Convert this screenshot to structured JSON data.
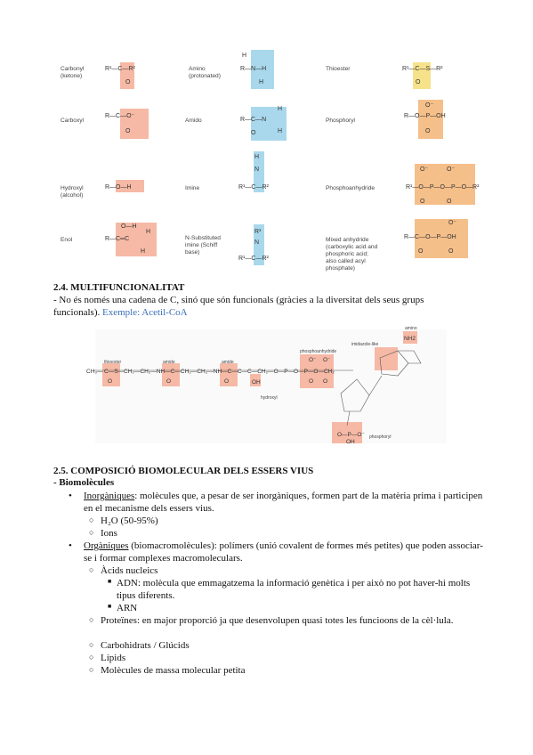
{
  "functional_groups": [
    {
      "name": "Carbonyl\n(ketone)",
      "formula": "R1—C—R2"
    },
    {
      "name": "Amino\n(protonated)",
      "formula": "R—N—H"
    },
    {
      "name": "Thioester",
      "formula": "R1—C—S—R2"
    },
    {
      "name": "Carboxyl",
      "formula": "R—C—O−"
    },
    {
      "name": "Amido",
      "formula": "R—C—N"
    },
    {
      "name": "Phosphoryl",
      "formula": "R—O—P—OH"
    },
    {
      "name": "Hydroxyl\n(alcohol)",
      "formula": "R—O—H"
    },
    {
      "name": "Imine",
      "formula": "R1—C—R2"
    },
    {
      "name": "Phosphoanhydride",
      "formula": "R1—O—P—O—P—O—R2"
    },
    {
      "name": "Enol",
      "formula": "R—C═C"
    },
    {
      "name": "N-Substituted\nimine (Schiff\nbase)",
      "formula": "R1—C—R2"
    },
    {
      "name": "Mixed anhydride\n(carboxylic acid and\nphosphoric acid;\nalso called acyl\nphosphate)",
      "formula": "R—C—O—P—OH"
    }
  ],
  "section_24": {
    "title": "2.4. MULTIFUNCIONALITAT",
    "text": "- No és només una cadena de C, sinó que són funcionals (gràcies a la diversitat dels seus grups funcionals). ",
    "example": "Exemple: Acetil-CoA"
  },
  "acetylcoa_labels": {
    "thioester": "thioester",
    "amide1": "amide",
    "amide2": "amide",
    "phosphoanhydride": "phosphoanhydride",
    "imidazole": "imidazole-like",
    "amino": "amino",
    "amino_group": "NH2",
    "hydroxyl": "hydroxyl",
    "phosphoryl": "phosphoryl"
  },
  "section_25": {
    "title": "2.5. COMPOSICIÓ BIOMOLECULAR DELS ESSERS VIUS",
    "subtitle": "- Biomolècules",
    "inorg_label": "Inorgàniques",
    "inorg_text": ": molècules que, a pesar de ser inorgàniques, formen part de la matèria prima i participen en el mecanisme dels essers vius.",
    "water": "H₂O (50-95%)",
    "ions": "Ions",
    "org_label": "Orgàniques",
    "org_text": " (biomacromolècules): polímers (unió covalent de formes més petites) que poden associar-se i formar complexes macromoleculars.",
    "acids": "Àcids nucleics",
    "adn": "ADN: molècula que emmagatzema la informació genètica i per això no pot haver-hi molts tipus diferents.",
    "arn": "ARN",
    "proteines": "Proteïnes: en major proporció ja que desenvolupen quasi totes les funcioons de la cèl·lula.",
    "carbo": "Carbohidrats / Glúcids",
    "lipids": "Lípids",
    "small": "Molècules de massa molecular petita"
  }
}
